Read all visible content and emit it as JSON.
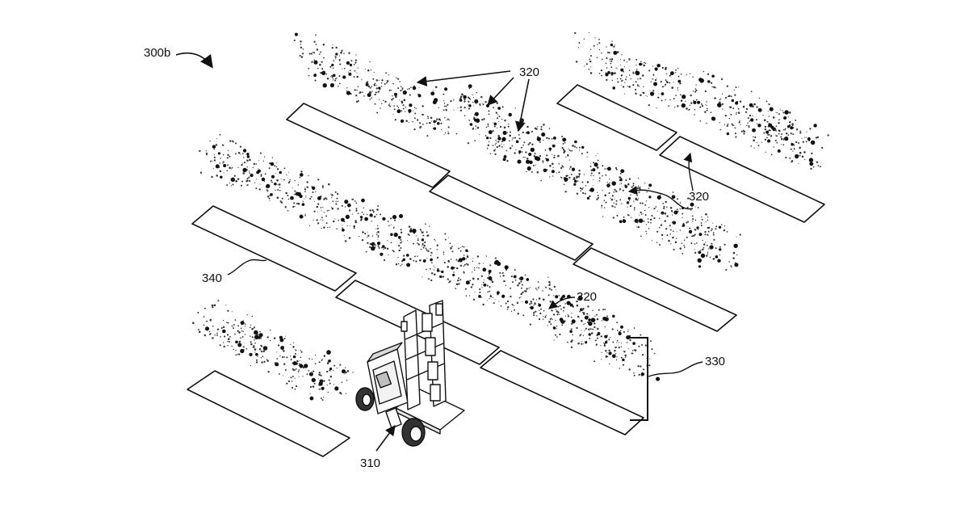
{
  "figure": {
    "figure_id": "300b",
    "labels": {
      "vehicle": "310",
      "plants_top": "320",
      "plants_right": "320",
      "plants_middle": "320",
      "row_group": "330",
      "row": "340"
    }
  },
  "colors": {
    "ink": "#111111",
    "background": "#ffffff"
  }
}
